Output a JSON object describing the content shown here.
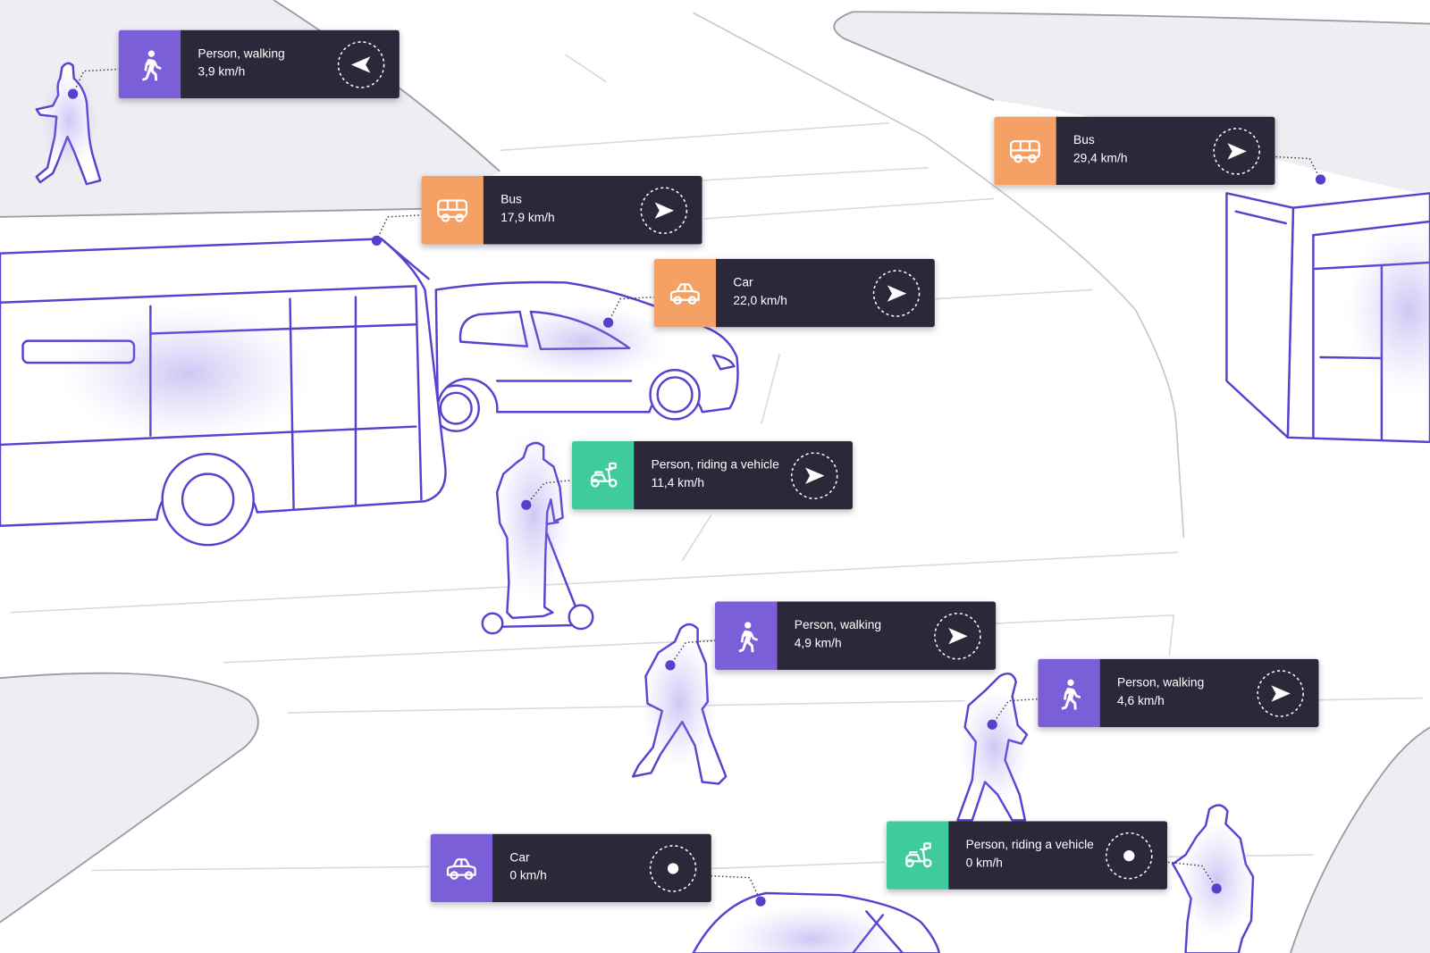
{
  "colors": {
    "card": "#2b2939",
    "text": "#ffffff",
    "outline": "#5b3fcf",
    "ground": "#eeedf2"
  },
  "detections": [
    {
      "label": "Person, walking",
      "speed": "3,9 km/h",
      "icon": "walking-person-icon",
      "accent": "#7b5fd8",
      "direction_icon": "arrow-left-icon"
    },
    {
      "label": "Bus",
      "speed": "17,9 km/h",
      "icon": "bus-icon",
      "accent": "#f5a166",
      "direction_icon": "arrow-right-icon"
    },
    {
      "label": "Bus",
      "speed": "29,4 km/h",
      "icon": "bus-icon",
      "accent": "#f5a166",
      "direction_icon": "arrow-right-icon"
    },
    {
      "label": "Car",
      "speed": "22,0 km/h",
      "icon": "car-icon",
      "accent": "#f5a166",
      "direction_icon": "arrow-right-icon"
    },
    {
      "label": "Person, riding a vehicle",
      "speed": "11,4 km/h",
      "icon": "scooter-icon",
      "accent": "#3fcb9d",
      "direction_icon": "arrow-right-icon"
    },
    {
      "label": "Person, walking",
      "speed": "4,9 km/h",
      "icon": "walking-person-icon",
      "accent": "#7b5fd8",
      "direction_icon": "arrow-right-icon"
    },
    {
      "label": "Person, walking",
      "speed": "4,6 km/h",
      "icon": "walking-person-icon",
      "accent": "#7b5fd8",
      "direction_icon": "arrow-right-icon"
    },
    {
      "label": "Person, riding a vehicle",
      "speed": "0 km/h",
      "icon": "scooter-icon",
      "accent": "#3fcb9d",
      "direction_icon": "stop-dot-icon"
    },
    {
      "label": "Car",
      "speed": "0 km/h",
      "icon": "car-icon",
      "accent": "#7b5fd8",
      "direction_icon": "stop-dot-icon"
    }
  ]
}
